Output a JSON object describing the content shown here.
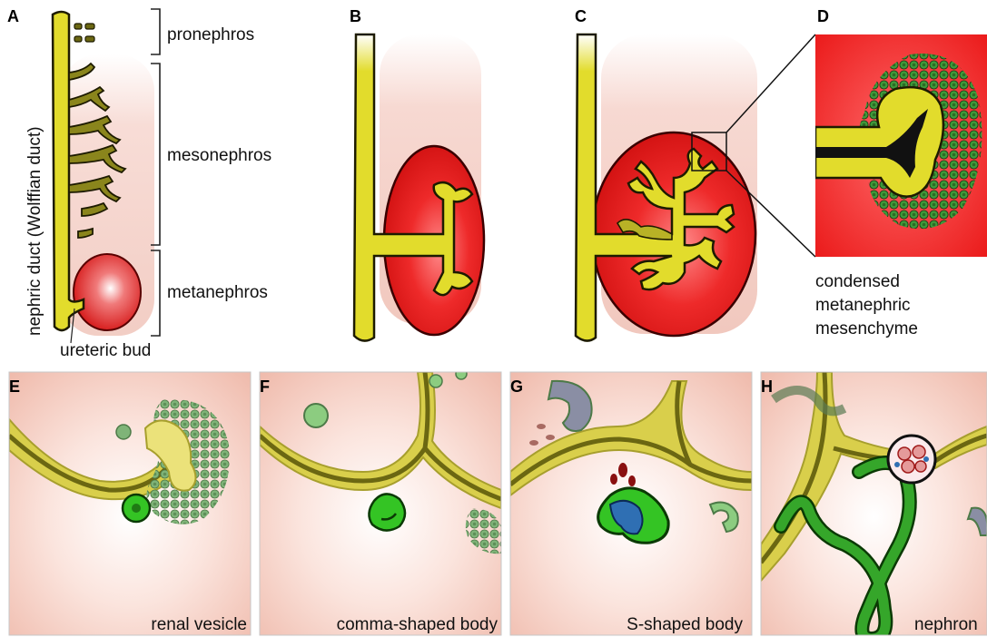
{
  "panels": {
    "a": {
      "letter": "A",
      "pronephros": "pronephros",
      "mesonephros": "mesonephros",
      "metanephros": "metanephros",
      "duct": "nephric duct (Wolffian duct)",
      "bud": "ureteric bud"
    },
    "b": {
      "letter": "B"
    },
    "c": {
      "letter": "C"
    },
    "d": {
      "letter": "D",
      "caption_lines": [
        "condensed",
        "metanephric",
        "mesenchyme"
      ]
    },
    "e": {
      "letter": "E",
      "caption": "renal vesicle"
    },
    "f": {
      "letter": "F",
      "caption": "comma-shaped body"
    },
    "g": {
      "letter": "G",
      "caption": "S-shaped body"
    },
    "h": {
      "letter": "H",
      "caption": "nephron"
    }
  },
  "colors": {
    "duct": "#e2dc2c",
    "duct_dark": "#6b6712",
    "metanephros": "#e01a1a",
    "mesenchyme": "#f3c6bb",
    "nephron": "#3bbf2a",
    "cell": "#3f8f3a",
    "blue": "#2f6fb3"
  }
}
